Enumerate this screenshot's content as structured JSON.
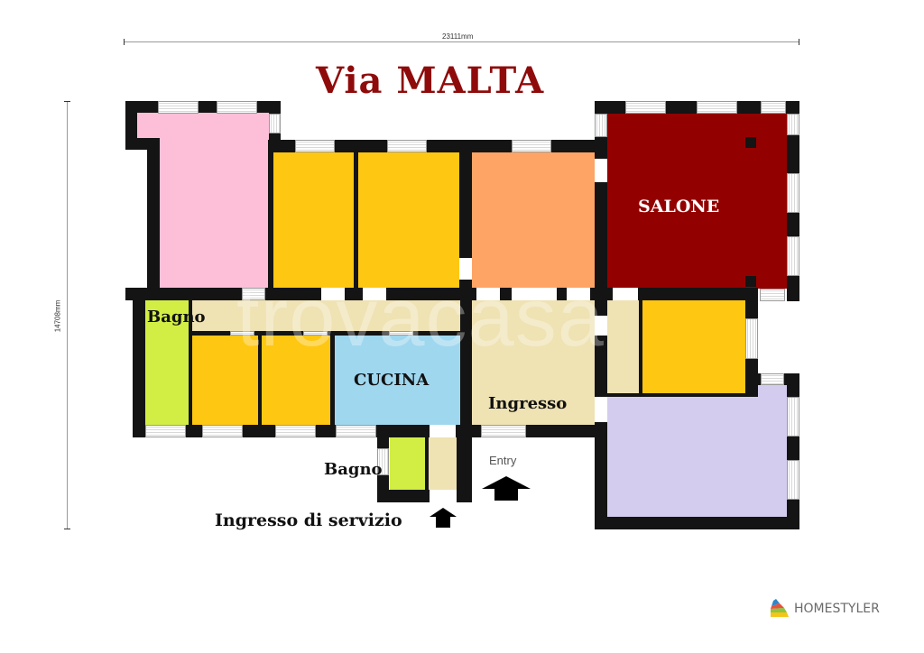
{
  "title": "Via MALTA",
  "dimensions": {
    "width_label": "23111mm",
    "height_label": "14708mm"
  },
  "rooms": {
    "salone": "SALONE",
    "bagno_main": "Bagno",
    "cucina": "CUCINA",
    "ingresso": "Ingresso",
    "bagno_service": "Bagno"
  },
  "annotations": {
    "entry": "Entry",
    "service_entrance": "Ingresso di servizio"
  },
  "watermark": "trovacasa",
  "brand": {
    "name": "HOMESTYLER"
  },
  "colors": {
    "title": "#8f0b0b",
    "pink": "#fdbfd8",
    "yellow": "#fec712",
    "orange": "#fea465",
    "salone": "#930000",
    "lime": "#d2ee44",
    "beige": "#efe2b3",
    "lightblue": "#9fd7ef",
    "lavender": "#d4ccee",
    "wall": "#141414"
  }
}
